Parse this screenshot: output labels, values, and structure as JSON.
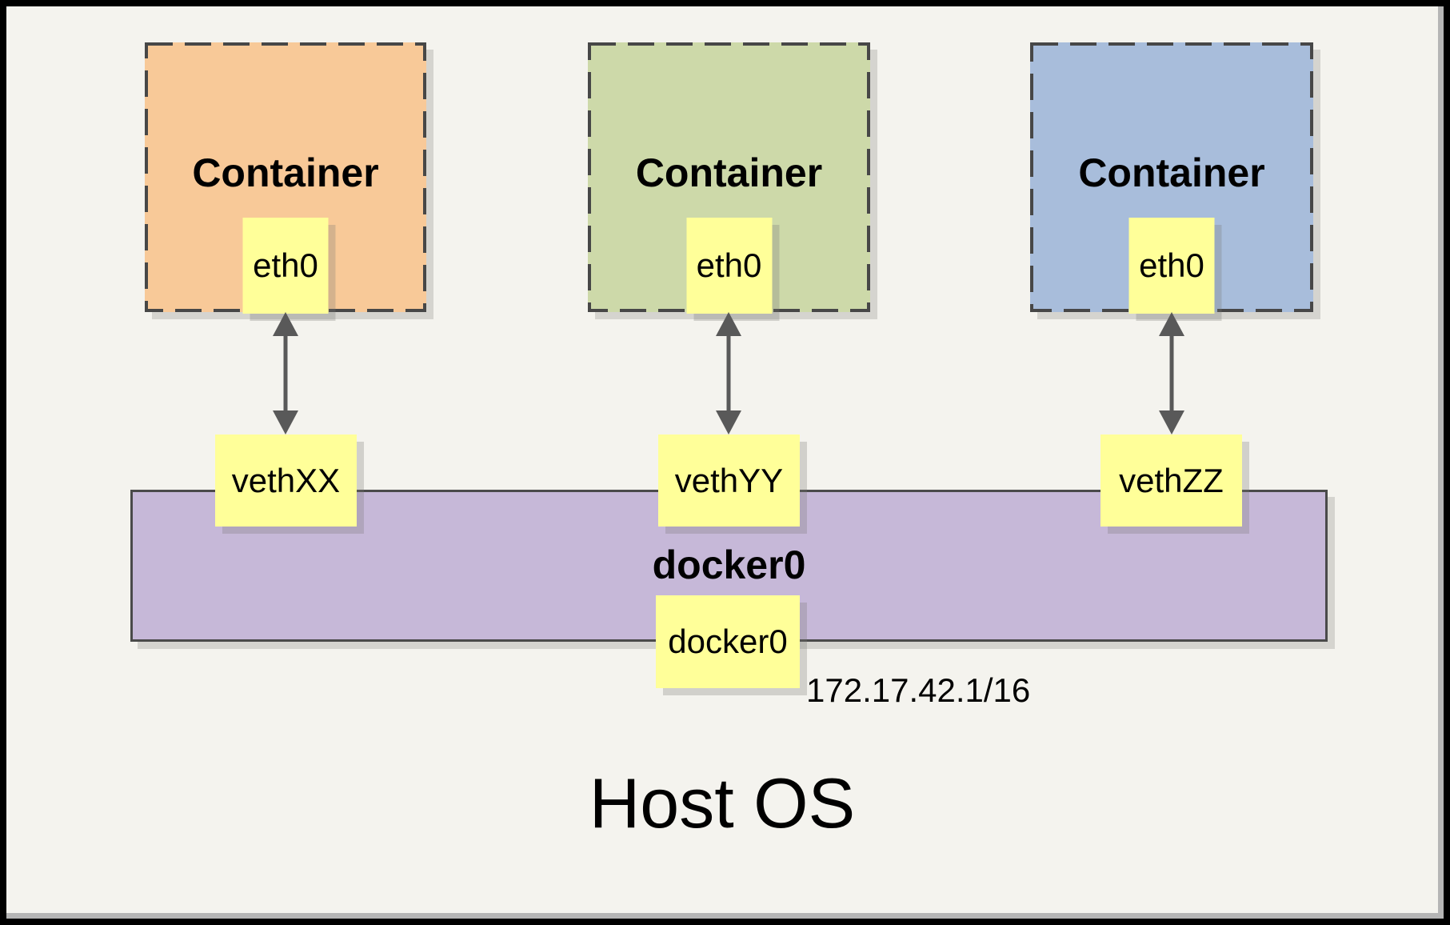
{
  "diagram": {
    "background": "#F4F3EE",
    "host": {
      "label": "Host OS"
    },
    "containers": [
      {
        "label": "Container",
        "interface": "eth0",
        "veth": "vethXX",
        "fill": "#F8C998"
      },
      {
        "label": "Container",
        "interface": "eth0",
        "veth": "vethYY",
        "fill": "#CDD9A9"
      },
      {
        "label": "Container",
        "interface": "eth0",
        "veth": "vethZZ",
        "fill": "#A8BDDB"
      }
    ],
    "bridge": {
      "label": "docker0",
      "interface": "docker0",
      "ip": "172.17.42.1/16",
      "fill": "#C6B8D8"
    },
    "note_fill": "#FFFF99",
    "arrow_color": "#595959",
    "dash_border_color": "#474747"
  }
}
